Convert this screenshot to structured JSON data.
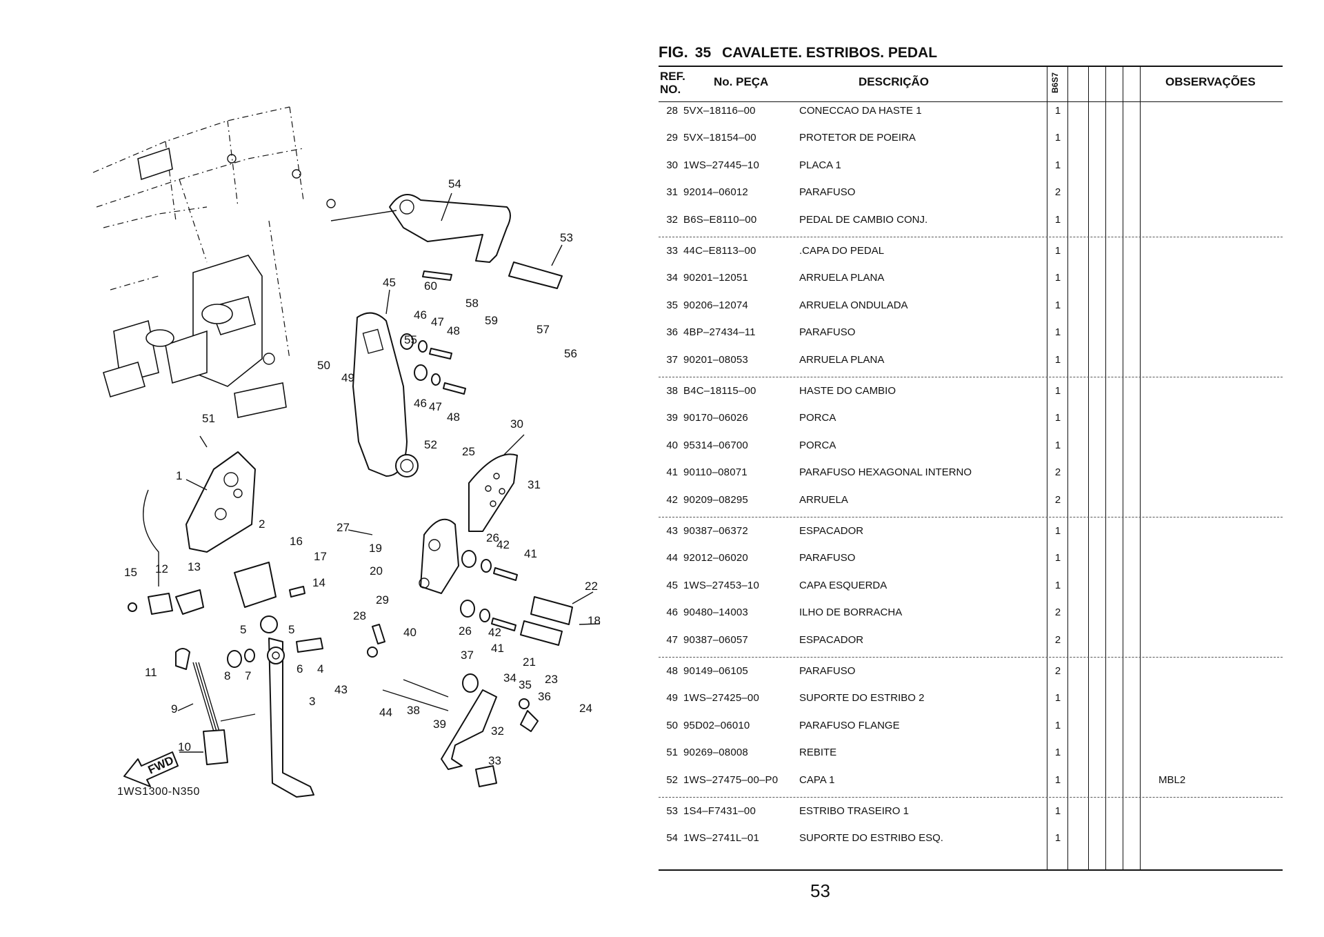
{
  "figure": {
    "fig_label": "FIG.",
    "number": "35",
    "title": "CAVALETE. ESTRIBOS. PEDAL"
  },
  "table": {
    "headers": {
      "ref_line1": "REF.",
      "ref_line2": "NO.",
      "part_no": "No. PEÇA",
      "description": "DESCRIÇÃO",
      "model": "B6S7",
      "observations": "OBSERVAÇÕES"
    },
    "rows": [
      {
        "ref": "28",
        "part": "5VX–18116–00",
        "desc": "CONECCAO DA HASTE 1",
        "qty": "1",
        "obs": ""
      },
      {
        "ref": "29",
        "part": "5VX–18154–00",
        "desc": "PROTETOR DE POEIRA",
        "qty": "1",
        "obs": ""
      },
      {
        "ref": "30",
        "part": "1WS–27445–10",
        "desc": "PLACA 1",
        "qty": "1",
        "obs": ""
      },
      {
        "ref": "31",
        "part": "92014–06012",
        "desc": "PARAFUSO",
        "qty": "2",
        "obs": ""
      },
      {
        "ref": "32",
        "part": "B6S–E8110–00",
        "desc": "PEDAL DE CAMBIO CONJ.",
        "qty": "1",
        "obs": ""
      },
      {
        "ref": "33",
        "part": "44C–E8113–00",
        "desc": ".CAPA DO PEDAL",
        "qty": "1",
        "obs": ""
      },
      {
        "ref": "34",
        "part": "90201–12051",
        "desc": "ARRUELA PLANA",
        "qty": "1",
        "obs": ""
      },
      {
        "ref": "35",
        "part": "90206–12074",
        "desc": "ARRUELA ONDULADA",
        "qty": "1",
        "obs": ""
      },
      {
        "ref": "36",
        "part": "4BP–27434–11",
        "desc": "PARAFUSO",
        "qty": "1",
        "obs": ""
      },
      {
        "ref": "37",
        "part": "90201–08053",
        "desc": "ARRUELA PLANA",
        "qty": "1",
        "obs": ""
      },
      {
        "ref": "38",
        "part": "B4C–18115–00",
        "desc": "HASTE DO CAMBIO",
        "qty": "1",
        "obs": ""
      },
      {
        "ref": "39",
        "part": "90170–06026",
        "desc": "PORCA",
        "qty": "1",
        "obs": ""
      },
      {
        "ref": "40",
        "part": "95314–06700",
        "desc": "PORCA",
        "qty": "1",
        "obs": ""
      },
      {
        "ref": "41",
        "part": "90110–08071",
        "desc": "PARAFUSO HEXAGONAL INTERNO",
        "qty": "2",
        "obs": ""
      },
      {
        "ref": "42",
        "part": "90209–08295",
        "desc": "ARRUELA",
        "qty": "2",
        "obs": ""
      },
      {
        "ref": "43",
        "part": "90387–06372",
        "desc": "ESPACADOR",
        "qty": "1",
        "obs": ""
      },
      {
        "ref": "44",
        "part": "92012–06020",
        "desc": "PARAFUSO",
        "qty": "1",
        "obs": ""
      },
      {
        "ref": "45",
        "part": "1WS–27453–10",
        "desc": "CAPA ESQUERDA",
        "qty": "1",
        "obs": ""
      },
      {
        "ref": "46",
        "part": "90480–14003",
        "desc": "ILHO DE BORRACHA",
        "qty": "2",
        "obs": ""
      },
      {
        "ref": "47",
        "part": "90387–06057",
        "desc": "ESPACADOR",
        "qty": "2",
        "obs": ""
      },
      {
        "ref": "48",
        "part": "90149–06105",
        "desc": "PARAFUSO",
        "qty": "2",
        "obs": ""
      },
      {
        "ref": "49",
        "part": "1WS–27425–00",
        "desc": "SUPORTE DO ESTRIBO 2",
        "qty": "1",
        "obs": ""
      },
      {
        "ref": "50",
        "part": "95D02–06010",
        "desc": "PARAFUSO FLANGE",
        "qty": "1",
        "obs": ""
      },
      {
        "ref": "51",
        "part": "90269–08008",
        "desc": "REBITE",
        "qty": "1",
        "obs": ""
      },
      {
        "ref": "52",
        "part": "1WS–27475–00–P0",
        "desc": "CAPA 1",
        "qty": "1",
        "obs": "MBL2"
      },
      {
        "ref": "53",
        "part": "1S4–F7431–00",
        "desc": "ESTRIBO TRASEIRO 1",
        "qty": "1",
        "obs": ""
      },
      {
        "ref": "54",
        "part": "1WS–2741L–01",
        "desc": "SUPORTE DO ESTRIBO ESQ.",
        "qty": "1",
        "obs": ""
      }
    ]
  },
  "diagram": {
    "code": "1WS1300-N350",
    "fwd_label": "FWD",
    "callouts": [
      "54",
      "53",
      "60",
      "58",
      "59",
      "57",
      "55",
      "56",
      "45",
      "46",
      "47",
      "48",
      "46",
      "47",
      "48",
      "50",
      "49",
      "51",
      "52",
      "30",
      "25",
      "31",
      "1",
      "2",
      "27",
      "19",
      "20",
      "16",
      "17",
      "26",
      "42",
      "41",
      "15",
      "12",
      "13",
      "14",
      "22",
      "18",
      "29",
      "28",
      "40",
      "26",
      "42",
      "41",
      "37",
      "21",
      "23",
      "24",
      "5",
      "5",
      "11",
      "8",
      "7",
      "6",
      "4",
      "34",
      "35",
      "36",
      "43",
      "44",
      "38",
      "39",
      "9",
      "3",
      "32",
      "33",
      "10"
    ]
  },
  "page_number": "53"
}
